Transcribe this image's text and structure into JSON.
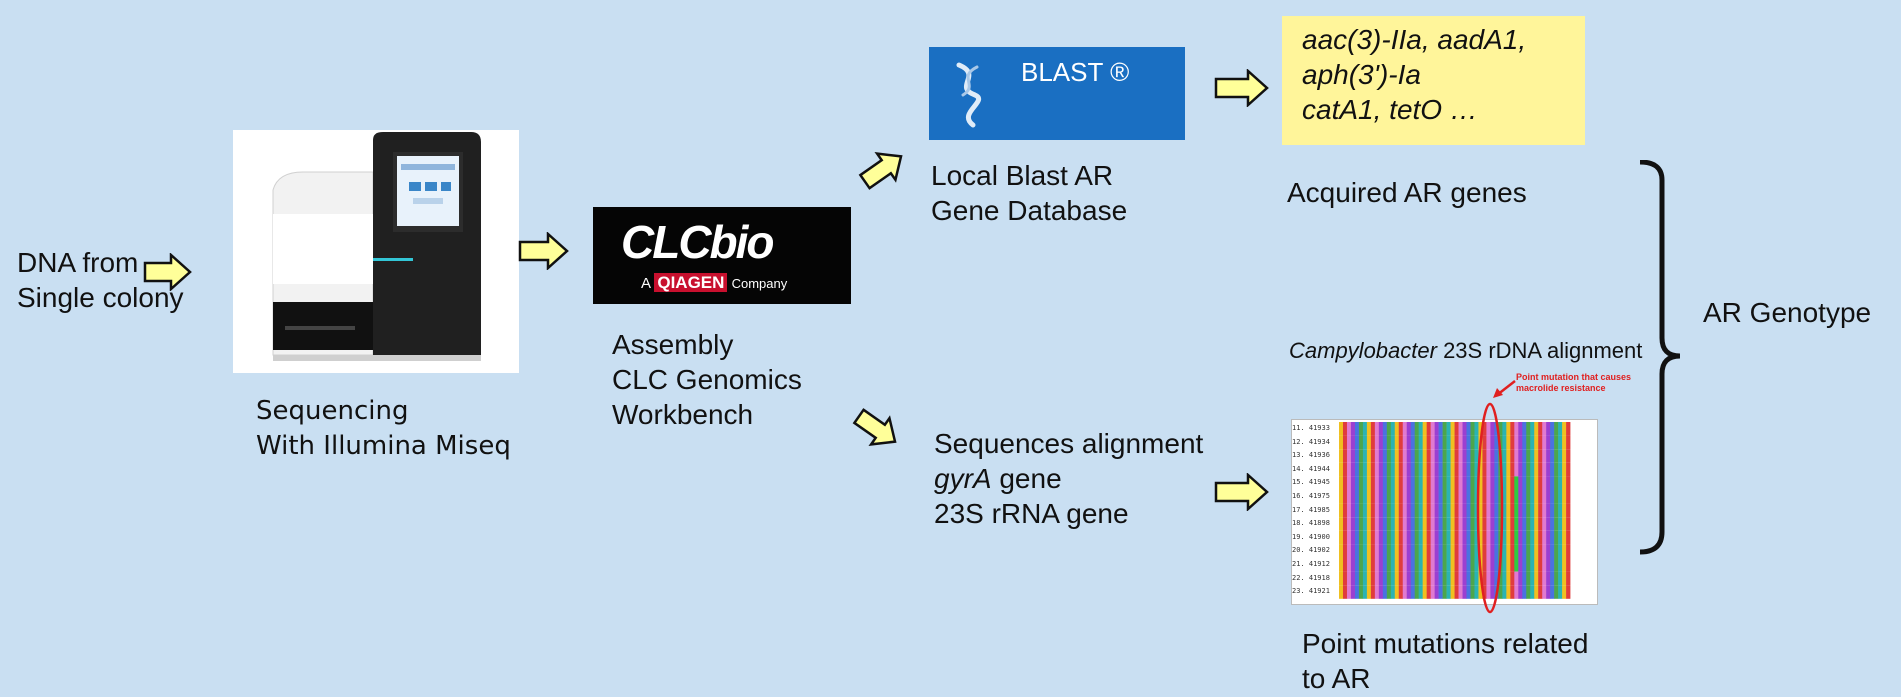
{
  "input": {
    "line1": "DNA from",
    "line2": "Single colony"
  },
  "sequencing": {
    "line1": "Sequencing",
    "line2": "With Illumina Miseq"
  },
  "clc": {
    "logo_text": "CLCbio",
    "logo_sub_a": "A",
    "logo_sub_qiagen": "QIAGEN",
    "logo_sub_company": "Company"
  },
  "assembly": {
    "line1": "Assembly",
    "line2": "CLC Genomics",
    "line3": "Workbench"
  },
  "blast": {
    "logo_text": "BLAST ®"
  },
  "local_blast": {
    "line1": "Local Blast AR",
    "line2": "Gene Database"
  },
  "genes_box": {
    "line1": "aac(3)-IIa, aadA1,",
    "line2": "aph(3')-Ia",
    "line3": "catA1, tetO …"
  },
  "acquired": {
    "label": "Acquired AR genes"
  },
  "alignment": {
    "line1": "Sequences alignment",
    "line2_italic": "gyrA",
    "line2_rest": " gene",
    "line3": "23S rRNA gene"
  },
  "alignment_figure": {
    "title_italic": "Campylobacter",
    "title_rest": " 23S rDNA alignment",
    "annotation_line1": "Point mutation that causes",
    "annotation_line2": "macrolide resistance",
    "row_labels": [
      "11. 41933",
      "12. 41934",
      "13. 41936",
      "14. 41944",
      "15. 41945",
      "16. 41975",
      "17. 41985",
      "18. 41898",
      "19. 41900",
      "20. 41902",
      "21. 41912",
      "22. 41918",
      "23. 41921"
    ]
  },
  "point_mutations": {
    "line1": "Point mutations related",
    "line2": "to AR"
  },
  "genotype": {
    "label": "AR Genotype"
  },
  "colors": {
    "background": "#c9dff2",
    "arrow_fill": "#ffff99",
    "blast_blue": "#1a6fc2",
    "genes_box": "#fff59a",
    "annotation_red": "#e02020"
  }
}
